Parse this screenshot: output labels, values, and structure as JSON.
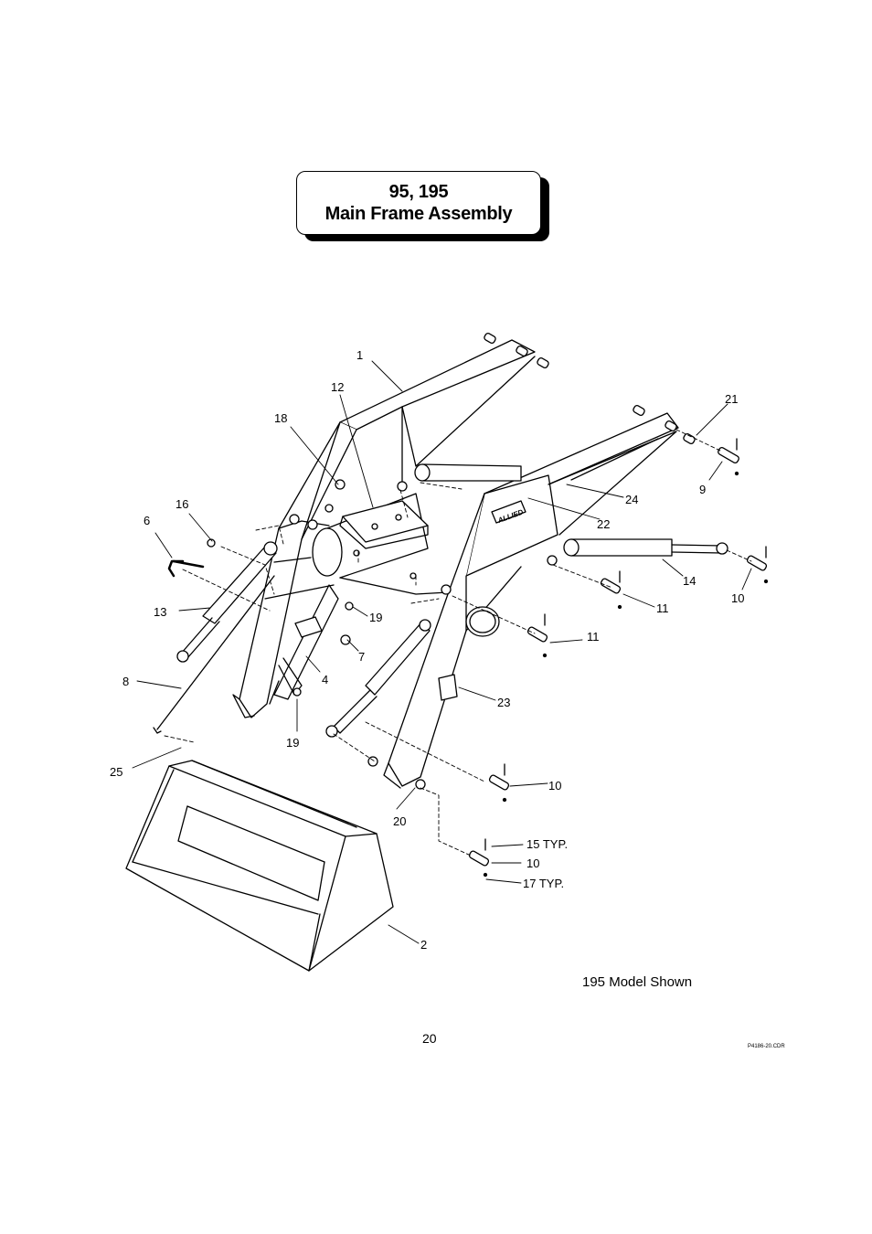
{
  "header": {
    "title_line1": "95, 195",
    "title_line2": "Main Frame Assembly"
  },
  "frame": {
    "brand_text": "ALLIED"
  },
  "callouts": [
    {
      "id": "c1",
      "label": "1"
    },
    {
      "id": "c2",
      "label": "2"
    },
    {
      "id": "c4",
      "label": "4"
    },
    {
      "id": "c6",
      "label": "6"
    },
    {
      "id": "c7",
      "label": "7"
    },
    {
      "id": "c8",
      "label": "8"
    },
    {
      "id": "c9",
      "label": "9"
    },
    {
      "id": "c10a",
      "label": "10"
    },
    {
      "id": "c10b",
      "label": "10"
    },
    {
      "id": "c10c",
      "label": "10"
    },
    {
      "id": "c11a",
      "label": "11"
    },
    {
      "id": "c11b",
      "label": "11"
    },
    {
      "id": "c12",
      "label": "12"
    },
    {
      "id": "c13",
      "label": "13"
    },
    {
      "id": "c14",
      "label": "14"
    },
    {
      "id": "c15",
      "label": "15 TYP."
    },
    {
      "id": "c16",
      "label": "16"
    },
    {
      "id": "c17",
      "label": "17 TYP."
    },
    {
      "id": "c18",
      "label": "18"
    },
    {
      "id": "c19a",
      "label": "19"
    },
    {
      "id": "c19b",
      "label": "19"
    },
    {
      "id": "c20",
      "label": "20"
    },
    {
      "id": "c21",
      "label": "21"
    },
    {
      "id": "c22",
      "label": "22"
    },
    {
      "id": "c23",
      "label": "23"
    },
    {
      "id": "c24",
      "label": "24"
    },
    {
      "id": "c25",
      "label": "25"
    }
  ],
  "footer": {
    "caption": "195 Model Shown",
    "page_number": "20",
    "file_code": "P4186-20.CDR"
  }
}
